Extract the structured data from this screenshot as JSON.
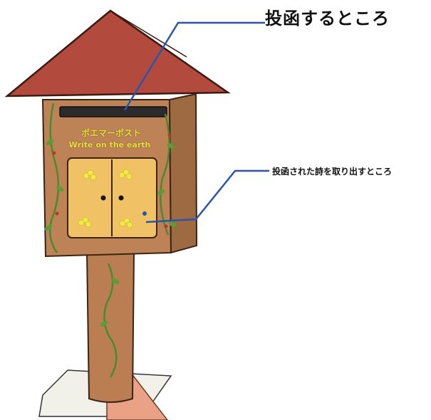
{
  "labels": {
    "slot": "投函するところ",
    "door": "投函された詩を取り出すところ"
  },
  "sign": {
    "title_ja": "ポエマーポスト",
    "title_en": "Write on the earth"
  },
  "colors": {
    "roof": "#b24a3e",
    "box": "#b47a4d",
    "door": "#f0c165",
    "vine": "#4a8a2f",
    "flower": "#f3e84a",
    "callout_line": "#2a55a8",
    "sign_text": "#e8e23a"
  }
}
